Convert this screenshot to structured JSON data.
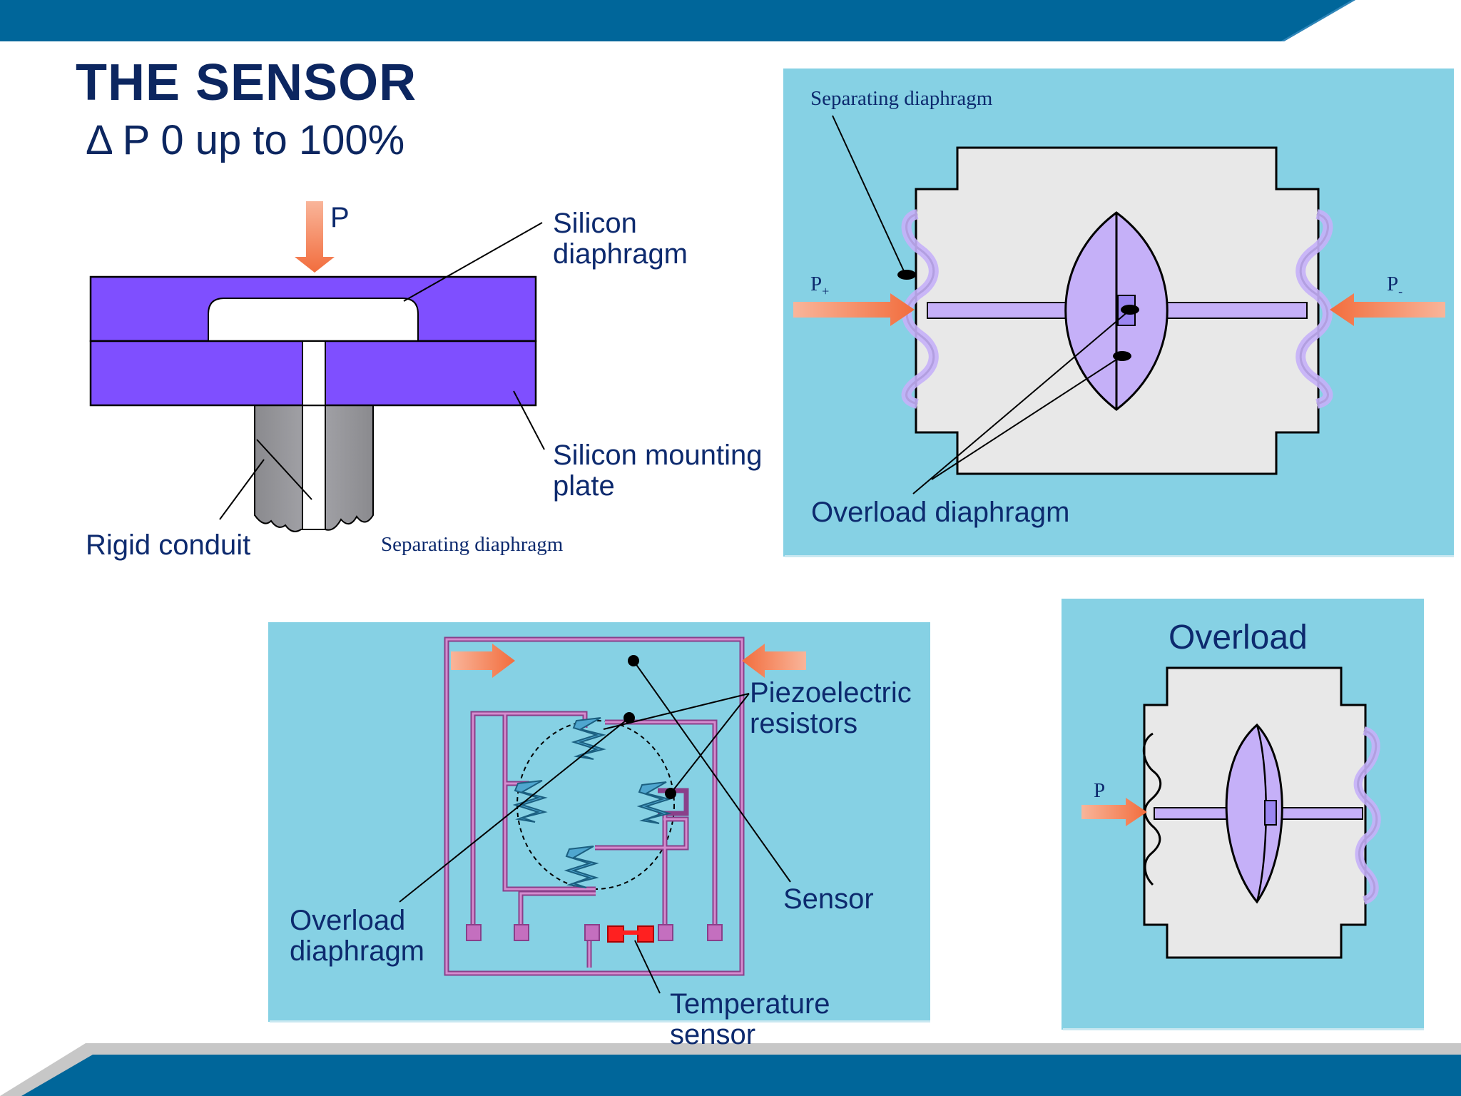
{
  "slide": {
    "title": "THE SENSOR",
    "subtitle": "Δ P 0 up to 100%"
  },
  "diagram_1": {
    "pressure_label": "P",
    "silicon_diaphragm": [
      "Silicon",
      "diaphragm"
    ],
    "silicon_mounting_plate": [
      "Silicon mounting",
      "plate"
    ],
    "rigid_conduit": "Rigid conduit",
    "separating_diaphragm": "Separating diaphragm"
  },
  "diagram_2": {
    "separating_diaphragm": "Separating diaphragm",
    "p_plus": "P",
    "p_plus_sub": "+",
    "p_minus": "P",
    "p_minus_sub": "-",
    "overload_diaphragm": "Overload diaphragm"
  },
  "diagram_3": {
    "piezo_resistors": [
      "Piezoelectric",
      "resistors"
    ],
    "sensor": "Sensor",
    "overload_diaphragm": [
      "Overload",
      "diaphragm"
    ],
    "temperature_sensor": [
      "Temperature",
      "sensor"
    ]
  },
  "diagram_4": {
    "title": "Overload",
    "pressure_label": "P"
  },
  "colors": {
    "header_blue": "#00669a",
    "panel_blue": "#86d1e4",
    "silicon_purple": "#7f4fff",
    "membrane_lilac": "#c5b0f8",
    "body_grey": "#e8e8e8",
    "arrow_orange": "#f58a63",
    "trace_purple": "#b36aae",
    "resistor_blue": "#4fa6cf"
  }
}
